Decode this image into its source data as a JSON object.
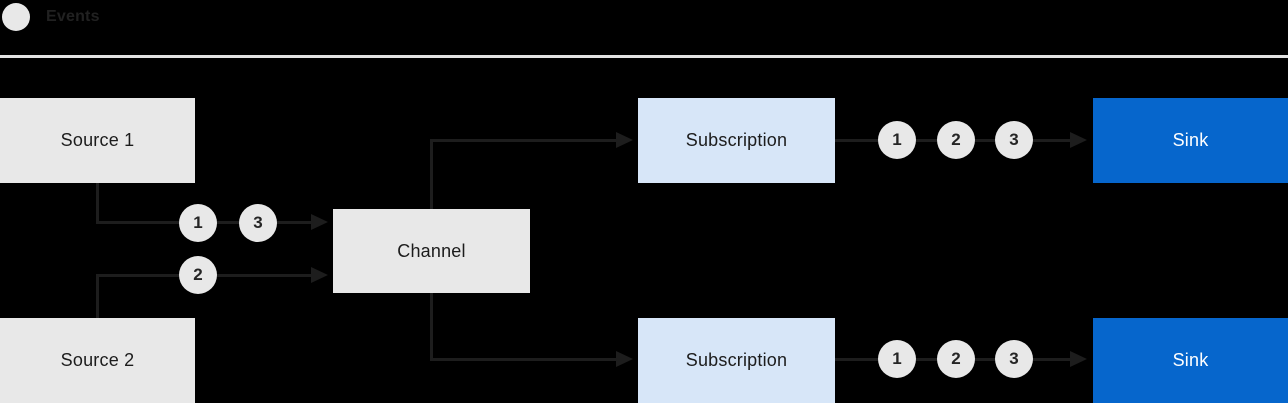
{
  "legend": {
    "label": "Events",
    "icon": "event-circle"
  },
  "colors": {
    "background": "#000000",
    "node_gray": "#e8e8e8",
    "node_light_blue": "#d7e6f8",
    "node_blue": "#0666cc",
    "line": "#1d1d1d",
    "text_dark": "#1c1c1c",
    "text_light": "#ffffff",
    "divider": "#e2e2e2"
  },
  "nodes": {
    "source1": {
      "label": "Source 1"
    },
    "source2": {
      "label": "Source 2"
    },
    "channel": {
      "label": "Channel"
    },
    "subscription_top": {
      "label": "Subscription"
    },
    "subscription_bottom": {
      "label": "Subscription"
    },
    "sink_top": {
      "label": "Sink"
    },
    "sink_bottom": {
      "label": "Sink"
    }
  },
  "event_markers": {
    "source1_to_channel": [
      "1",
      "3"
    ],
    "source2_to_channel": [
      "2"
    ],
    "subscription_top_to_sink": [
      "1",
      "2",
      "3"
    ],
    "subscription_bottom_to_sink": [
      "1",
      "2",
      "3"
    ]
  }
}
